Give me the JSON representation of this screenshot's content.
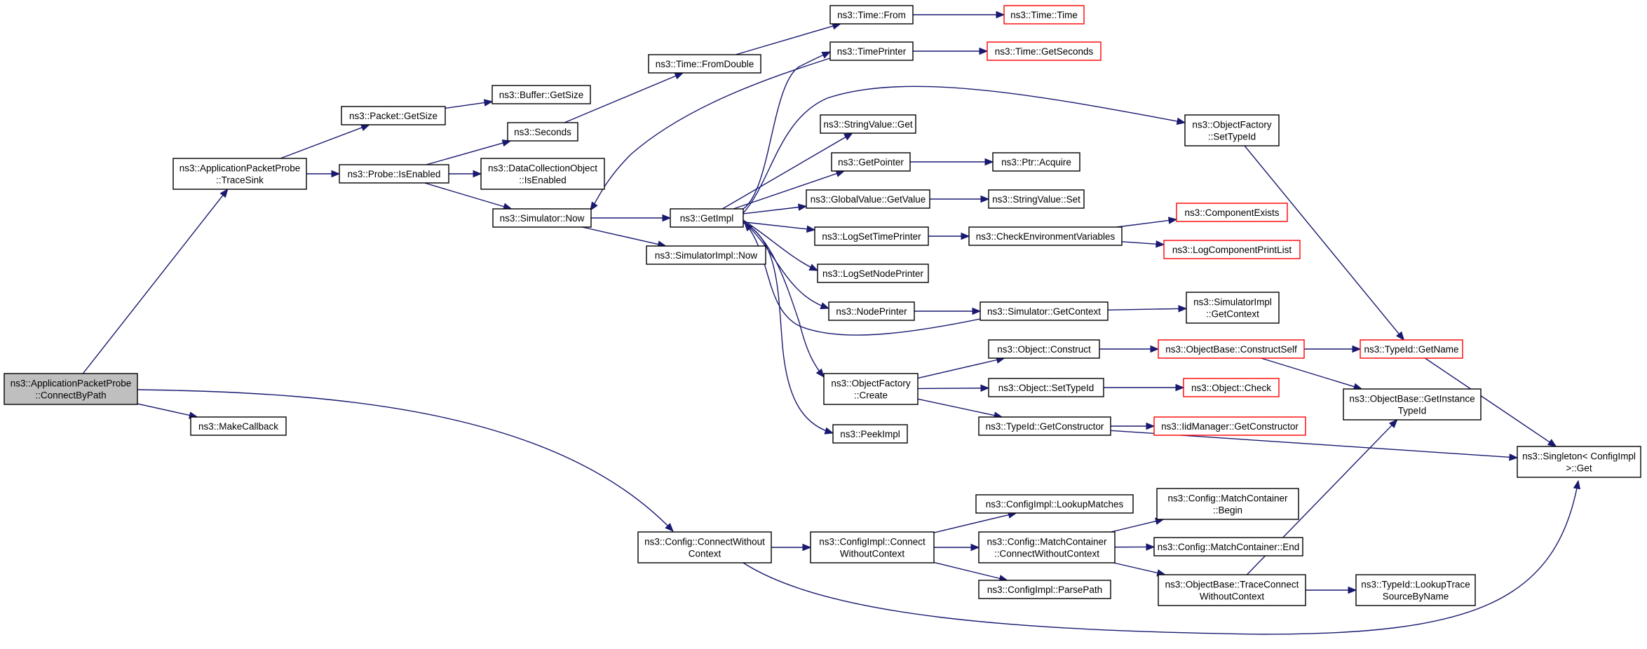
{
  "colors": {
    "edge": "#191970",
    "normal_border": "#000000",
    "external_border": "#ff0000",
    "root_fill": "#bfbfbf"
  },
  "nodes": [
    {
      "id": "root",
      "lines": [
        "ns3::ApplicationPacketProbe",
        "::ConnectByPath"
      ],
      "style": "root"
    },
    {
      "id": "tracesink",
      "lines": [
        "ns3::ApplicationPacketProbe",
        "::TraceSink"
      ],
      "style": "normal"
    },
    {
      "id": "makecallback",
      "lines": [
        "ns3::MakeCallback"
      ],
      "style": "normal"
    },
    {
      "id": "packetgetsize",
      "lines": [
        "ns3::Packet::GetSize"
      ],
      "style": "normal"
    },
    {
      "id": "bufgetsize",
      "lines": [
        "ns3::Buffer::GetSize"
      ],
      "style": "normal"
    },
    {
      "id": "probeisenabled",
      "lines": [
        "ns3::Probe::IsEnabled"
      ],
      "style": "normal"
    },
    {
      "id": "seconds",
      "lines": [
        "ns3::Seconds"
      ],
      "style": "normal"
    },
    {
      "id": "dcoisenabled",
      "lines": [
        "ns3::DataCollectionObject",
        "::IsEnabled"
      ],
      "style": "normal"
    },
    {
      "id": "simnow",
      "lines": [
        "ns3::Simulator::Now"
      ],
      "style": "normal"
    },
    {
      "id": "fromdouble",
      "lines": [
        "ns3::Time::FromDouble"
      ],
      "style": "normal"
    },
    {
      "id": "timefrom",
      "lines": [
        "ns3::Time::From"
      ],
      "style": "normal"
    },
    {
      "id": "timetime",
      "lines": [
        "ns3::Time::Time"
      ],
      "style": "red"
    },
    {
      "id": "timeprinter",
      "lines": [
        "ns3::TimePrinter"
      ],
      "style": "normal"
    },
    {
      "id": "getseconds",
      "lines": [
        "ns3::Time::GetSeconds"
      ],
      "style": "red"
    },
    {
      "id": "getimpl",
      "lines": [
        "ns3::GetImpl"
      ],
      "style": "normal"
    },
    {
      "id": "simimplnow",
      "lines": [
        "ns3::SimulatorImpl::Now"
      ],
      "style": "normal"
    },
    {
      "id": "stringvalueget",
      "lines": [
        "ns3::StringValue::Get"
      ],
      "style": "normal"
    },
    {
      "id": "getpointer",
      "lines": [
        "ns3::GetPointer"
      ],
      "style": "normal"
    },
    {
      "id": "ptracquire",
      "lines": [
        "ns3::Ptr::Acquire"
      ],
      "style": "normal"
    },
    {
      "id": "globalvalueget",
      "lines": [
        "ns3::GlobalValue::GetValue"
      ],
      "style": "normal"
    },
    {
      "id": "stringvalueset",
      "lines": [
        "ns3::StringValue::Set"
      ],
      "style": "normal"
    },
    {
      "id": "logsettimeprinter",
      "lines": [
        "ns3::LogSetTimePrinter"
      ],
      "style": "normal"
    },
    {
      "id": "checkenv",
      "lines": [
        "ns3::CheckEnvironmentVariables"
      ],
      "style": "normal"
    },
    {
      "id": "compexists",
      "lines": [
        "ns3::ComponentExists"
      ],
      "style": "red"
    },
    {
      "id": "logcompprint",
      "lines": [
        "ns3::LogComponentPrintList"
      ],
      "style": "red"
    },
    {
      "id": "logsetnodeprinter",
      "lines": [
        "ns3::LogSetNodePrinter"
      ],
      "style": "normal"
    },
    {
      "id": "nodeprinter",
      "lines": [
        "ns3::NodePrinter"
      ],
      "style": "normal"
    },
    {
      "id": "simgetcontext",
      "lines": [
        "ns3::Simulator::GetContext"
      ],
      "style": "normal"
    },
    {
      "id": "simimplgetcontext",
      "lines": [
        "ns3::SimulatorImpl",
        "::GetContext"
      ],
      "style": "normal"
    },
    {
      "id": "objfactsettypeid",
      "lines": [
        "ns3::ObjectFactory",
        "::SetTypeId"
      ],
      "style": "normal"
    },
    {
      "id": "objfactcreate",
      "lines": [
        "ns3::ObjectFactory",
        "::Create"
      ],
      "style": "normal"
    },
    {
      "id": "peekimpl",
      "lines": [
        "ns3::PeekImpl"
      ],
      "style": "normal"
    },
    {
      "id": "objconstruct",
      "lines": [
        "ns3::Object::Construct"
      ],
      "style": "normal"
    },
    {
      "id": "objsettypeid",
      "lines": [
        "ns3::Object::SetTypeId"
      ],
      "style": "normal"
    },
    {
      "id": "typeidgetctor",
      "lines": [
        "ns3::TypeId::GetConstructor"
      ],
      "style": "normal"
    },
    {
      "id": "objbaseconstructself",
      "lines": [
        "ns3::ObjectBase::ConstructSelf"
      ],
      "style": "red"
    },
    {
      "id": "objcheck",
      "lines": [
        "ns3::Object::Check"
      ],
      "style": "red"
    },
    {
      "id": "iidmgrgetctor",
      "lines": [
        "ns3::IidManager::GetConstructor"
      ],
      "style": "red"
    },
    {
      "id": "typeidgetname",
      "lines": [
        "ns3::TypeId::GetName"
      ],
      "style": "red"
    },
    {
      "id": "objbasegetinst",
      "lines": [
        "ns3::ObjectBase::GetInstance",
        "TypeId"
      ],
      "style": "normal"
    },
    {
      "id": "singletonget",
      "lines": [
        "ns3::Singleton< ConfigImpl",
        ">::Get"
      ],
      "style": "normal"
    },
    {
      "id": "cfgconnectwoc",
      "lines": [
        "ns3::Config::ConnectWithout",
        "Context"
      ],
      "style": "normal"
    },
    {
      "id": "cfgimplconnect",
      "lines": [
        "ns3::ConfigImpl::Connect",
        "WithoutContext"
      ],
      "style": "normal"
    },
    {
      "id": "cfglookup",
      "lines": [
        "ns3::ConfigImpl::LookupMatches"
      ],
      "style": "normal"
    },
    {
      "id": "cfgmcconnect",
      "lines": [
        "ns3::Config::MatchContainer",
        "::ConnectWithoutContext"
      ],
      "style": "normal"
    },
    {
      "id": "cfgparse",
      "lines": [
        "ns3::ConfigImpl::ParsePath"
      ],
      "style": "normal"
    },
    {
      "id": "mcbegin",
      "lines": [
        "ns3::Config::MatchContainer",
        "::Begin"
      ],
      "style": "normal"
    },
    {
      "id": "mcend",
      "lines": [
        "ns3::Config::MatchContainer::End"
      ],
      "style": "normal"
    },
    {
      "id": "objbasetrace",
      "lines": [
        "ns3::ObjectBase::TraceConnect",
        "WithoutContext"
      ],
      "style": "normal"
    },
    {
      "id": "typeidlookup",
      "lines": [
        "ns3::TypeId::LookupTrace",
        "SourceByName"
      ],
      "style": "normal"
    }
  ],
  "edges": [
    {
      "from": "root",
      "to": "tracesink"
    },
    {
      "from": "root",
      "to": "makecallback"
    },
    {
      "from": "root",
      "to": "cfgconnectwoc"
    },
    {
      "from": "tracesink",
      "to": "packetgetsize"
    },
    {
      "from": "tracesink",
      "to": "probeisenabled"
    },
    {
      "from": "packetgetsize",
      "to": "bufgetsize"
    },
    {
      "from": "probeisenabled",
      "to": "seconds"
    },
    {
      "from": "probeisenabled",
      "to": "dcoisenabled"
    },
    {
      "from": "probeisenabled",
      "to": "simnow"
    },
    {
      "from": "seconds",
      "to": "fromdouble"
    },
    {
      "from": "fromdouble",
      "to": "timefrom"
    },
    {
      "from": "timefrom",
      "to": "timetime"
    },
    {
      "from": "timeprinter",
      "to": "getseconds"
    },
    {
      "from": "timeprinter",
      "to": "simnow"
    },
    {
      "from": "simnow",
      "to": "getimpl"
    },
    {
      "from": "simnow",
      "to": "simimplnow"
    },
    {
      "from": "getimpl",
      "to": "timeprinter"
    },
    {
      "from": "getimpl",
      "to": "objfactsettypeid"
    },
    {
      "from": "getimpl",
      "to": "stringvalueget"
    },
    {
      "from": "getimpl",
      "to": "getpointer"
    },
    {
      "from": "getimpl",
      "to": "globalvalueget"
    },
    {
      "from": "getimpl",
      "to": "logsettimeprinter"
    },
    {
      "from": "getimpl",
      "to": "logsetnodeprinter"
    },
    {
      "from": "getimpl",
      "to": "nodeprinter"
    },
    {
      "from": "getimpl",
      "to": "objfactcreate"
    },
    {
      "from": "getimpl",
      "to": "peekimpl"
    },
    {
      "from": "simgetcontext",
      "to": "getimpl"
    },
    {
      "from": "getpointer",
      "to": "ptracquire"
    },
    {
      "from": "globalvalueget",
      "to": "stringvalueset"
    },
    {
      "from": "logsettimeprinter",
      "to": "checkenv"
    },
    {
      "from": "checkenv",
      "to": "compexists"
    },
    {
      "from": "checkenv",
      "to": "logcompprint"
    },
    {
      "from": "nodeprinter",
      "to": "simgetcontext"
    },
    {
      "from": "simgetcontext",
      "to": "simimplgetcontext"
    },
    {
      "from": "objfactsettypeid",
      "to": "typeidgetname"
    },
    {
      "from": "objfactcreate",
      "to": "objconstruct"
    },
    {
      "from": "objfactcreate",
      "to": "objsettypeid"
    },
    {
      "from": "objfactcreate",
      "to": "typeidgetctor"
    },
    {
      "from": "objconstruct",
      "to": "objbaseconstructself"
    },
    {
      "from": "objsettypeid",
      "to": "objcheck"
    },
    {
      "from": "typeidgetctor",
      "to": "iidmgrgetctor"
    },
    {
      "from": "typeidgetctor",
      "to": "singletonget"
    },
    {
      "from": "objbaseconstructself",
      "to": "typeidgetname"
    },
    {
      "from": "objbaseconstructself",
      "to": "objbasegetinst"
    },
    {
      "from": "typeidgetname",
      "to": "singletonget"
    },
    {
      "from": "cfgconnectwoc",
      "to": "cfgimplconnect"
    },
    {
      "from": "cfgconnectwoc",
      "to": "singletonget"
    },
    {
      "from": "cfgimplconnect",
      "to": "cfglookup"
    },
    {
      "from": "cfgimplconnect",
      "to": "cfgmcconnect"
    },
    {
      "from": "cfgimplconnect",
      "to": "cfgparse"
    },
    {
      "from": "cfgmcconnect",
      "to": "mcbegin"
    },
    {
      "from": "cfgmcconnect",
      "to": "mcend"
    },
    {
      "from": "cfgmcconnect",
      "to": "objbasetrace"
    },
    {
      "from": "objbasetrace",
      "to": "objbasegetinst"
    },
    {
      "from": "objbasetrace",
      "to": "typeidlookup"
    }
  ]
}
